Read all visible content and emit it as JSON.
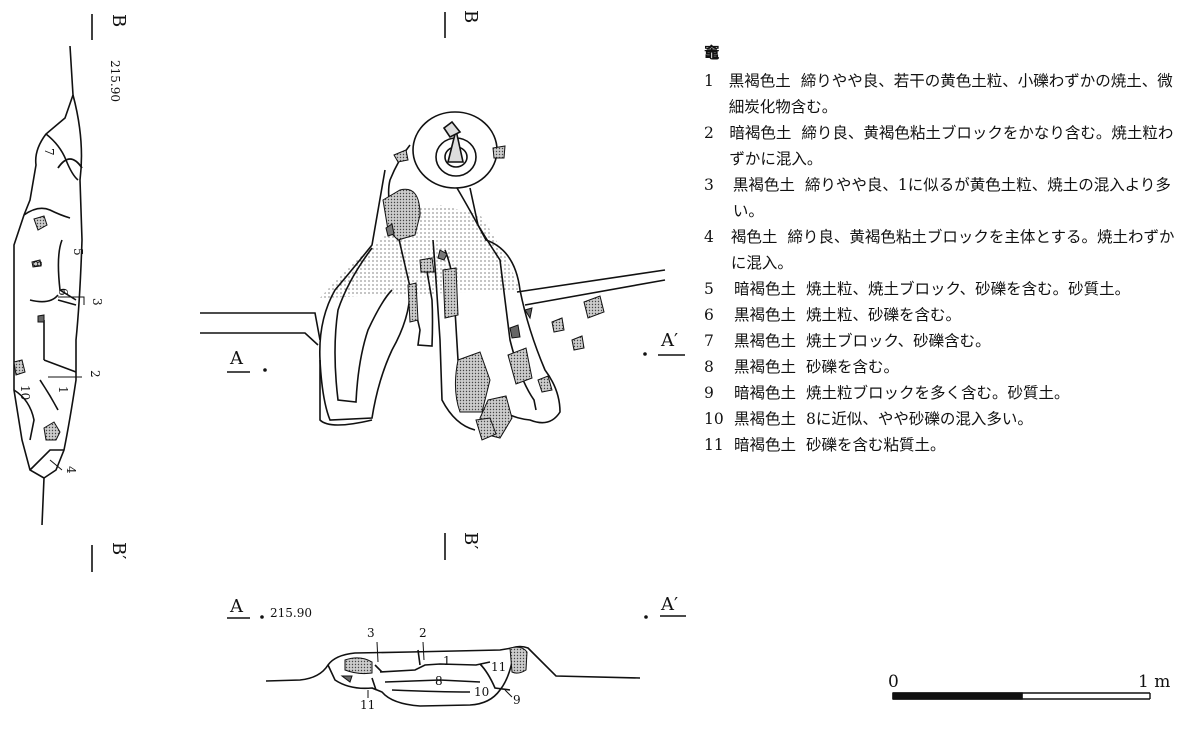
{
  "section_b": {
    "label_top": "B",
    "label_bottom": "B′",
    "elevation": "215.90",
    "layer_numbers": [
      "7",
      "5",
      "6",
      "8",
      "3",
      "2",
      "1",
      "10",
      "4"
    ]
  },
  "plan": {
    "label_b_top": "B",
    "label_b_bottom": "B′",
    "label_a": "A",
    "label_a_prime": "A′"
  },
  "section_a": {
    "label_a": "A",
    "label_a_prime": "A′",
    "elevation": "215.90",
    "layer_numbers": [
      "3",
      "2",
      "1",
      "11",
      "8",
      "10",
      "9",
      "11"
    ]
  },
  "legend": {
    "title": "竈",
    "items": [
      {
        "num": "1",
        "soil": "黒褐色土",
        "desc": "締りやや良、若干の黄色土粒、小礫わずかの焼土、微細炭化物含む。"
      },
      {
        "num": "2",
        "soil": "暗褐色土",
        "desc": "締り良、黄褐色粘土ブロックをかなり含む。焼土粒わずかに混入。"
      },
      {
        "num": "3",
        "soil": "黒褐色土",
        "desc": "締りやや良、1に似るが黄色土粒、焼土の混入より多い。"
      },
      {
        "num": "4",
        "soil": "褐色土",
        "desc": "締り良、黄褐色粘土ブロックを主体とする。焼土わずかに混入。"
      },
      {
        "num": "5",
        "soil": "暗褐色土",
        "desc": "焼土粒、焼土ブロック、砂礫を含む。砂質土。"
      },
      {
        "num": "6",
        "soil": "黒褐色土",
        "desc": "焼土粒、砂礫を含む。"
      },
      {
        "num": "7",
        "soil": "黒褐色土",
        "desc": "焼土ブロック、砂礫含む。"
      },
      {
        "num": "8",
        "soil": "黒褐色土",
        "desc": "砂礫を含む。"
      },
      {
        "num": "9",
        "soil": "暗褐色土",
        "desc": "焼土粒ブロックを多く含む。砂質土。"
      },
      {
        "num": "10",
        "soil": "黒褐色土",
        "desc": "8に近似、やや砂礫の混入多い。"
      },
      {
        "num": "11",
        "soil": "暗褐色土",
        "desc": "砂礫を含む粘質土。"
      }
    ]
  },
  "scale": {
    "start": "0",
    "end": "1 m"
  }
}
